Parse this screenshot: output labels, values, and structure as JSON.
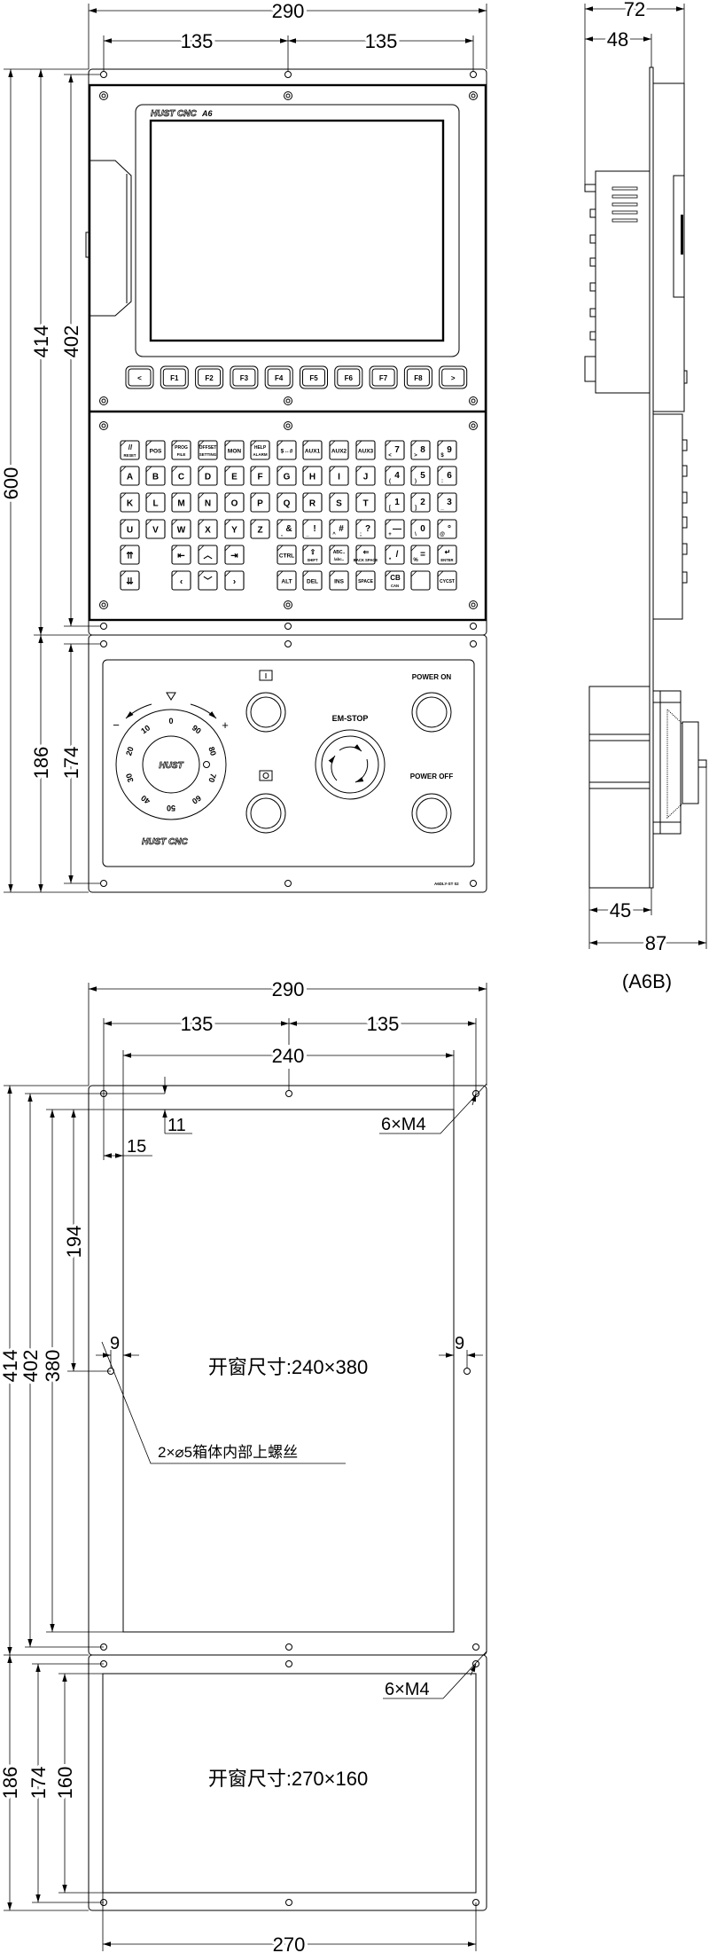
{
  "front_view": {
    "brand_logo": "HUST CNC",
    "model": "A6",
    "softkeys": [
      "<",
      "F1",
      "F2",
      "F3",
      "F4",
      "F5",
      "F6",
      "F7",
      "F8",
      ">"
    ],
    "keypad": {
      "rows": [
        [
          {
            "main": "//",
            "sub": "RESET"
          },
          {
            "main": "POS"
          },
          {
            "main": "PROG",
            "sub": "FILE"
          },
          {
            "main": "OFFSET",
            "sub": "SETTING"
          },
          {
            "main": "MON"
          },
          {
            "main": "HELP",
            "sub": "ALARM"
          },
          {
            "main": "$↔#"
          },
          {
            "main": "AUX1"
          },
          {
            "main": "AUX2"
          },
          {
            "main": "AUX3"
          },
          {
            "main": "7",
            "sub": "<"
          },
          {
            "main": "8",
            "sub": ">"
          },
          {
            "main": "9",
            "sub": "$"
          }
        ],
        [
          {
            "main": "A"
          },
          {
            "main": "B"
          },
          {
            "main": "C"
          },
          {
            "main": "D"
          },
          {
            "main": "E"
          },
          {
            "main": "F"
          },
          {
            "main": "G"
          },
          {
            "main": "H"
          },
          {
            "main": "I"
          },
          {
            "main": "J"
          },
          {
            "main": "4",
            "sub": "("
          },
          {
            "main": "5",
            "sub": ")"
          },
          {
            "main": "6",
            "sub": ":"
          }
        ],
        [
          {
            "main": "K"
          },
          {
            "main": "L"
          },
          {
            "main": "M"
          },
          {
            "main": "N"
          },
          {
            "main": "O"
          },
          {
            "main": "P"
          },
          {
            "main": "Q"
          },
          {
            "main": "R"
          },
          {
            "main": "S"
          },
          {
            "main": "T"
          },
          {
            "main": "1",
            "sub": "["
          },
          {
            "main": "2",
            "sub": "]"
          },
          {
            "main": "3",
            "sub": "_"
          }
        ],
        [
          {
            "main": "U"
          },
          {
            "main": "V"
          },
          {
            "main": "W"
          },
          {
            "main": "X"
          },
          {
            "main": "Y"
          },
          {
            "main": "Z"
          },
          {
            "main": "&",
            "sub": ","
          },
          {
            "main": "!",
            "sub": "_"
          },
          {
            "main": "#",
            "sub": "^"
          },
          {
            "main": "?",
            "sub": ";"
          },
          {
            "main": "—",
            "sub": "+"
          },
          {
            "main": "0",
            "sub": "\\"
          },
          {
            "main": "°",
            "sub": "@"
          }
        ],
        [
          {
            "main": "⇈"
          },
          null,
          {
            "main": "⇤"
          },
          {
            "main": "︿"
          },
          {
            "main": "⇥"
          },
          null,
          {
            "main": "CTRL"
          },
          {
            "main": "⇧",
            "sub": "SHIFT"
          },
          {
            "main": "ABC..",
            "sub": "/abc.."
          },
          {
            "main": "⇐",
            "sub": "BACK SPACE"
          },
          {
            "main": "/",
            "sub": "*"
          },
          {
            "main": "=",
            "sub": "%"
          },
          {
            "main": "↵",
            "sub": "ENTER"
          }
        ],
        [
          {
            "main": "⇊"
          },
          null,
          {
            "main": "‹"
          },
          {
            "main": "﹀"
          },
          {
            "main": "›"
          },
          null,
          {
            "main": "ALT"
          },
          {
            "main": "DEL"
          },
          {
            "main": "INS"
          },
          {
            "main": "SPACE"
          },
          {
            "main": "CB",
            "sub": "CAN"
          },
          {
            "main": ""
          },
          {
            "main": "CYCST"
          }
        ]
      ]
    },
    "operator_panel": {
      "dial_labels": [
        "0",
        "10",
        "20",
        "30",
        "40",
        "50",
        "60",
        "70",
        "80",
        "90"
      ],
      "dial_minus": "−",
      "dial_plus": "+",
      "dial_logo": "HUST",
      "em_stop": "EM-STOP",
      "power_on": "POWER ON",
      "power_off": "POWER OFF",
      "brand": "HUST CNC",
      "part_no": "A6DLY-ST 02"
    },
    "dims": {
      "width": "290",
      "hole_left": "135",
      "hole_right": "135",
      "total_height": "600",
      "upper_height": "414",
      "upper_hole": "402",
      "lower_height": "186",
      "lower_hole": "174"
    }
  },
  "side_view": {
    "depth_top": "72",
    "depth_box": "48",
    "depth_hw_back": "45",
    "depth_hw_total": "87",
    "caption": "(A6B)"
  },
  "cutout_view": {
    "width": "290",
    "hole_left": "135",
    "hole_right": "135",
    "window_width": "240",
    "hole_offset_v": "11",
    "hole_offset_h": "15",
    "screw_label_upper": "6×M4",
    "upper_height": "414",
    "upper_hole": "402",
    "window_height": "380",
    "hole_from_top": "194",
    "side_offset_left": "9",
    "side_offset_right": "9",
    "upper_window_label": "开窗尺寸:240×380",
    "screw_note": "2×⌀5箱体内部上螺丝",
    "screw_label_lower": "6×M4",
    "lower_height": "186",
    "lower_hole": "174",
    "lower_window_height": "160",
    "lower_window_width": "270",
    "lower_window_label": "开窗尺寸:270×160"
  }
}
